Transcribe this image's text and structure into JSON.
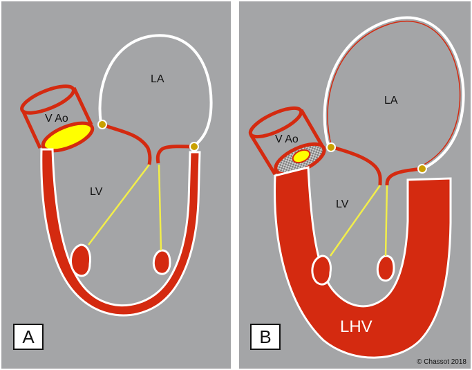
{
  "panels": [
    {
      "letter": "A",
      "labels": {
        "atrium": "LA",
        "ventricle": "LV",
        "valve": "V Ao"
      }
    },
    {
      "letter": "B",
      "labels": {
        "atrium": "LA",
        "ventricle": "LV",
        "valve": "V Ao",
        "hypertrophy": "LHV"
      }
    }
  ],
  "copyright": "© Chassot 2018",
  "colors": {
    "background": "#a4a5a7",
    "muscle": "#d42a10",
    "chord": "#f2ee4a",
    "valve_opening": "#ffff00",
    "annulus": "#c9a100"
  }
}
